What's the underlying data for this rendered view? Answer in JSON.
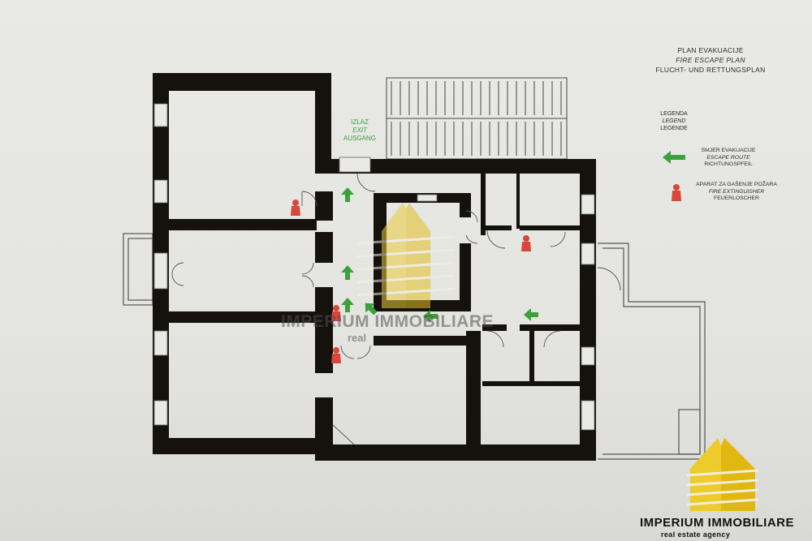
{
  "title": {
    "line1": "PLAN EVAKUACIJE",
    "line2": "FIRE ESCAPE PLAN",
    "line3": "FLUCHT- UND RETTUNGSPLAN"
  },
  "legend": {
    "heading1": "LEGENDA",
    "heading2": "LEGEND",
    "heading3": "LEGENDE",
    "route": {
      "line1": "SMJER EVAKUACIJE",
      "line2": "ESCAPE ROUTE",
      "line3": "RICHTUNGSPFEIL"
    },
    "extinguisher": {
      "line1": "APARAT ZA GAŠENJE POŽARA",
      "line2": "FIRE EXTINGUISHER",
      "line3": "FEUERLOSCHER"
    }
  },
  "exit": {
    "line1": "IZLAZ",
    "line2": "EXIT",
    "line3": "AUSGANG"
  },
  "watermark": {
    "main": "IMPERIUM IMMOBILIARE",
    "sub": "real"
  },
  "logo": {
    "main": "IMPERIUM IMMOBILIARE",
    "sub": "real estate agency"
  },
  "colors": {
    "wall": "#15120e",
    "route": "#3aa23a",
    "extinguisher": "#d8473a",
    "logo_gold": "#e6c21a"
  },
  "icons": {
    "route": "arrow-icon",
    "extinguisher": "fire-extinguisher-icon"
  }
}
